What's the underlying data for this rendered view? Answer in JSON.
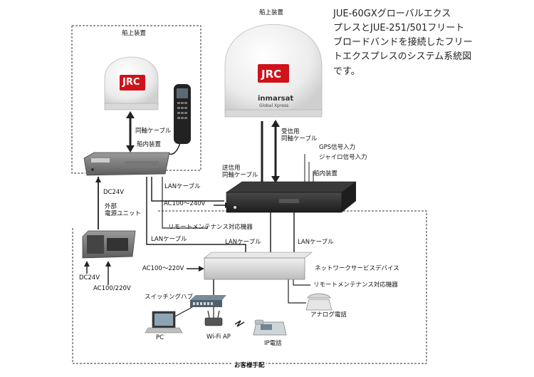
{
  "description_lines": [
    "JUE-60GXグローバルエクス",
    "プレスとJUE-251/501フリート",
    "ブロードバンドを接続したフリー",
    "トエクスプレスのシステム系統図",
    "です。"
  ],
  "labels": {
    "left_ship_top": "船上装置",
    "right_ship_top": "船上装置",
    "jrc_left": "JRC",
    "jrc_right": "JRC",
    "inmarsat": "inmarsat",
    "global_xpress": "Global Xpress",
    "coax_left": "同軸ケーブル",
    "inboard_left": "船内装置",
    "receive_coax_1": "受信用",
    "receive_coax_2": "同軸ケーブル",
    "gps_input": "GPS信号入力",
    "gyro_input": "ジャイロ信号入力",
    "transmit_coax_1": "送信用",
    "transmit_coax_2": "同軸ケーブル",
    "inboard_right": "船内装置",
    "dc24v_top": "DC24V",
    "external_psu_1": "外部",
    "external_psu_2": "電源ユニット",
    "lan_cable_1": "LANケーブル",
    "ac_top": "AC100～240V",
    "remote_maint_1": "リモートメンテナンス対応機器",
    "lan_cable_2": "LANケーブル",
    "lan_cable_3": "LANケーブル",
    "lan_cable_4": "LANケーブル",
    "ac_middle": "AC100～220V",
    "network_device": "ネットワークサービスデバイス",
    "dc24v_bottom": "DC24V",
    "ac_bottom": "AC100/220V",
    "remote_maint_2": "リモートメンテナンス対応機器",
    "switching_hub": "スイッチングハブ",
    "analog_phone": "アナログ電話",
    "pc": "PC",
    "wifi_ap": "Wi-Fi AP",
    "ip_phone": "IP電話",
    "customer_supplied": "お客様手配"
  },
  "colors": {
    "jrc_red": "#d0121b",
    "device_dark": "#2b2b2b",
    "nsd_gray": "#d6d6d6",
    "dome_white": "#f6f6f6"
  }
}
